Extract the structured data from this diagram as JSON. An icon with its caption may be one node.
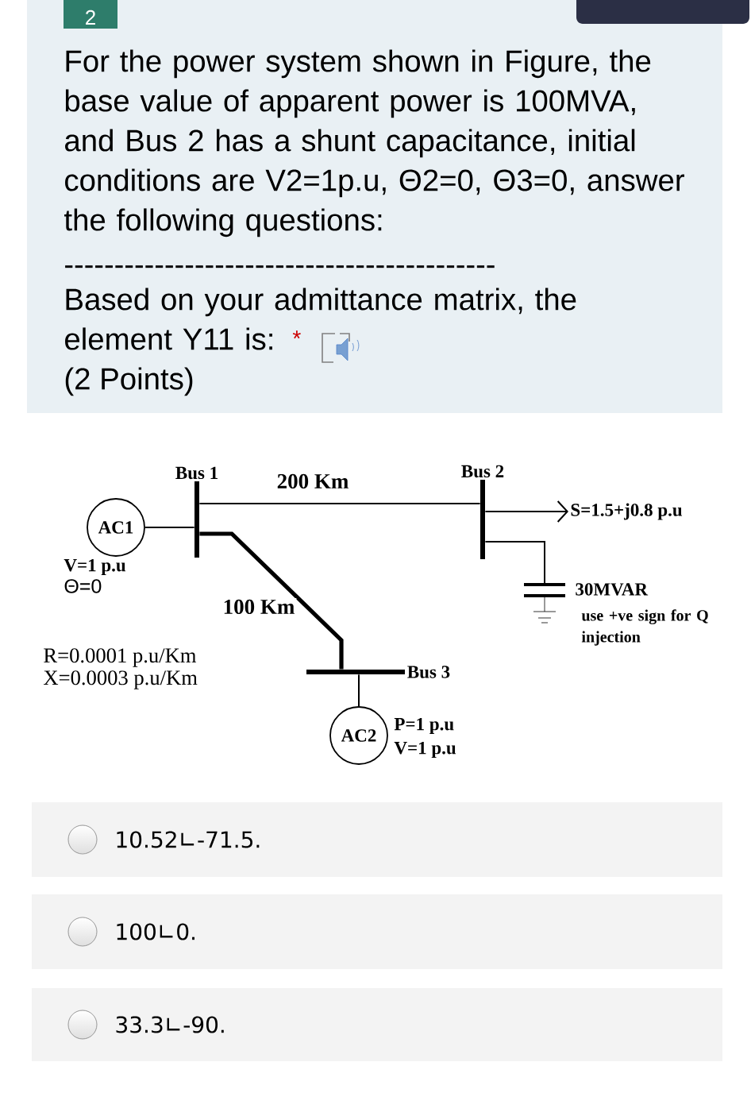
{
  "diagram": {
    "nodes": [
      {
        "text": [
          "AC1"
        ],
        "beside": [
          "V=1 p.u",
          "Θ=0"
        ]
      },
      {
        "text": [
          "Bus 1"
        ]
      },
      {
        "text": [
          "Bus 2"
        ]
      },
      {
        "text": [
          "Bus 3"
        ]
      },
      {
        "text": [
          "AC2"
        ],
        "beside": [
          "P=1 p.u",
          "V=1 p.u"
        ]
      },
      {
        "text": [
          "S=1.5+j0.8 p.u"
        ]
      },
      {
        "text": [],
        "shape": "capacitor",
        "beside": [
          "30MVAR",
          "use +ve sign for Q injection"
        ]
      }
    ],
    "edges": [
      {
        "from": 0,
        "to": 1,
        "arrow": "none"
      },
      {
        "from": 1,
        "to": 2,
        "arrow": "none",
        "label": "200 Km"
      },
      {
        "from": 1,
        "to": 3,
        "arrow": "none",
        "label": "100 Km",
        "style": "thick"
      },
      {
        "from": 3,
        "to": 4,
        "arrow": "none"
      },
      {
        "from": 2,
        "to": 5,
        "arrow": "to"
      },
      {
        "from": 2,
        "to": 6,
        "arrow": "none"
      }
    ],
    "labels": [
      "2",
      "For the power system shown in Figure, the base value of apparent power is 100MVA, and Bus 2 has a shunt capacitance, initial conditions are V2=1p.u, Θ2=0, Θ3=0, answer the following questions:",
      "-------------------------------------------",
      "Based on your admittance matrix, the element Y11 is:",
      "*",
      "(2 Points)",
      "R=0.0001 p.u/Km",
      "X=0.0003 p.u/Km",
      "10.52∟-71.5.",
      "100∟0.",
      "33.3∟-90."
    ]
  }
}
